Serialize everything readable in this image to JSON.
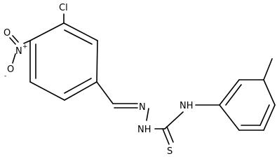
{
  "molecule": {
    "atoms": {
      "chlorine": "Cl",
      "nitro_nitrogen": "N",
      "nitro_plus": "+",
      "nitro_oxygen_double": "O",
      "nitro_oxygen_single": "O",
      "nitro_oxygen_minus": "-",
      "imine_nitrogen": "N",
      "hydrazide_nh": "NH",
      "thioamide_nh": "NH",
      "sulfur": "S"
    }
  }
}
